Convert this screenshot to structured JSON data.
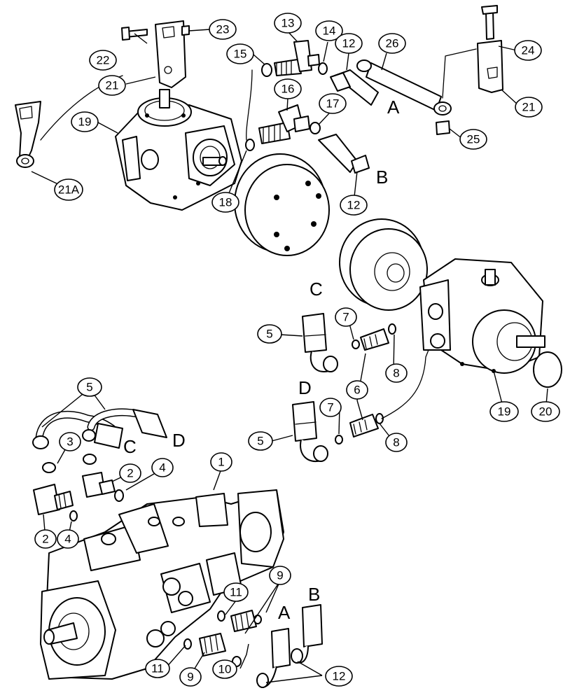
{
  "callouts": {
    "c1": "1",
    "c2a": "2",
    "c2b": "2",
    "c3": "3",
    "c4a": "4",
    "c4b": "4",
    "c5a": "5",
    "c5b": "5",
    "c5c": "5",
    "c6": "6",
    "c7a": "7",
    "c7b": "7",
    "c8a": "8",
    "c8b": "8",
    "c9a": "9",
    "c9b": "9",
    "c10": "10",
    "c11a": "11",
    "c11b": "11",
    "c12a": "12",
    "c12b": "12",
    "c12c": "12",
    "c13": "13",
    "c14": "14",
    "c15": "15",
    "c16": "16",
    "c17": "17",
    "c18": "18",
    "c19a": "19",
    "c19b": "19",
    "c20": "20",
    "c21a": "21",
    "c21b": "21",
    "c21A": "21A",
    "c22": "22",
    "c23": "23",
    "c24": "24",
    "c25": "25",
    "c26": "26"
  },
  "hose_labels": {
    "A_top": "A",
    "B_top": "B",
    "C_mid": "C",
    "D_mid": "D",
    "C_bottom": "C",
    "D_bottom": "D",
    "A_bottom": "A",
    "B_bottom": "B"
  }
}
